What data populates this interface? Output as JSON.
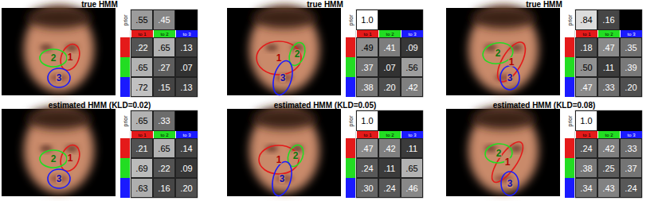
{
  "diagram": {
    "nodes": [
      {
        "text": [
          "1"
        ]
      },
      {
        "text": [
          "2"
        ]
      },
      {
        "text": [
          "3"
        ]
      },
      {
        "text": [
          "1"
        ]
      },
      {
        "text": [
          "2"
        ]
      },
      {
        "text": [
          "3"
        ]
      },
      {
        "text": [
          "1"
        ]
      },
      {
        "text": [
          "2"
        ]
      },
      {
        "text": [
          "3"
        ]
      },
      {
        "text": [
          "1"
        ]
      },
      {
        "text": [
          "2"
        ]
      },
      {
        "text": [
          "3"
        ]
      },
      {
        "text": [
          "1"
        ]
      },
      {
        "text": [
          "2"
        ]
      },
      {
        "text": [
          "3"
        ]
      },
      {
        "text": [
          "1"
        ]
      },
      {
        "text": [
          "2"
        ]
      },
      {
        "text": [
          "3"
        ]
      }
    ],
    "labels": [
      "true HMM",
      "prior",
      ".55",
      ".45",
      "to 1",
      "to 2",
      "to 3",
      ".22",
      ".65",
      ".13",
      ".65",
      ".27",
      ".07",
      ".72",
      ".15",
      ".13",
      "true HMM",
      "prior",
      "1.0",
      "to 1",
      "to 2",
      "to 3",
      ".49",
      ".41",
      ".09",
      ".37",
      ".07",
      ".56",
      ".38",
      ".20",
      ".42",
      "true HMM",
      "prior",
      ".84",
      ".16",
      "to 1",
      "to 2",
      "to 3",
      ".18",
      ".47",
      ".35",
      ".50",
      ".11",
      ".39",
      ".47",
      ".33",
      ".20",
      "estimated HMM (KLD=0.02)",
      "prior",
      ".65",
      ".33",
      "to 1",
      "to 2",
      "to 3",
      ".21",
      ".65",
      ".14",
      ".69",
      ".22",
      ".09",
      ".63",
      ".16",
      ".20",
      "estimated HMM (KLD=0.05)",
      "prior",
      "1.0",
      "to 1",
      "to 2",
      "to 3",
      ".47",
      ".42",
      ".11",
      ".24",
      ".11",
      ".65",
      ".30",
      ".24",
      ".46",
      "estimated HMM (KLD=0.08)",
      "prior",
      "1.0",
      "to 1",
      "to 2",
      "to 3",
      ".24",
      ".42",
      ".33",
      ".38",
      ".25",
      ".37",
      ".34",
      ".43",
      ".24"
    ]
  }
}
